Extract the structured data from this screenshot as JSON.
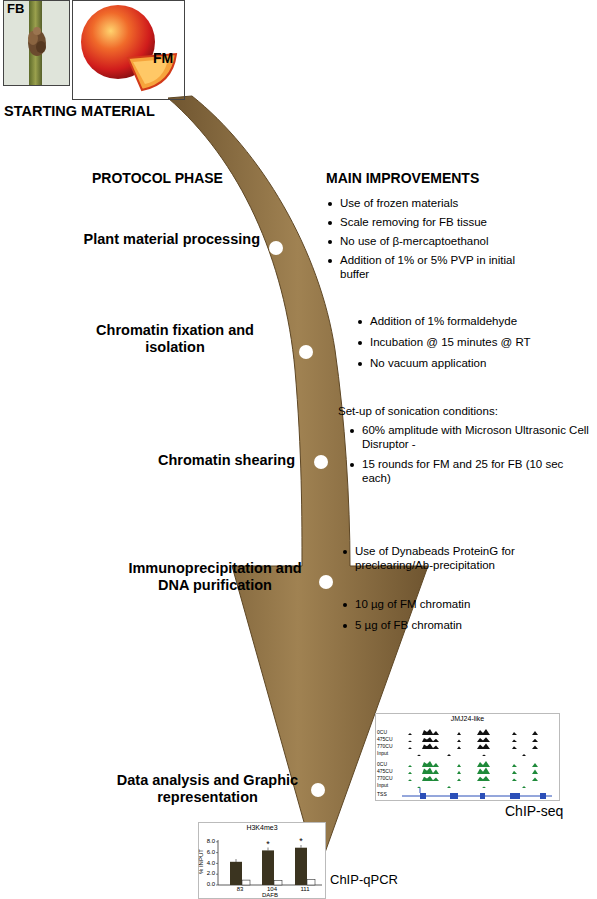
{
  "diagram": {
    "nodes": [
      {
        "text": [
          "FB"
        ]
      },
      {
        "text": [
          "FM"
        ]
      },
      {
        "text": [
          "JMJ24-like"
        ]
      },
      {
        "text": [
          "H3K4me3"
        ]
      }
    ],
    "labels": [
      "STARTING MATERIAL",
      "PROTOCOL PHASE",
      "MAIN IMPROVEMENTS",
      "Plant material processing",
      "Use of frozen materials",
      "Scale removing for FB tissue",
      "No use of β-mercaptoethanol",
      "Addition of 1% or 5% PVP in initial buffer",
      "Chromatin fixation and isolation",
      "Addition of 1% formaldehyde",
      "Incubation @ 15 minutes @ RT",
      "No vacuum application",
      "Chromatin shearing",
      "Set-up of sonication conditions:",
      "60% amplitude with Microson Ultrasonic Cell Disruptor -",
      "15 rounds for FM and 25 for FB (10 sec each)",
      "Immunoprecipitation and DNA purification",
      "Use of Dynabeads ProteinG for preclearing/Ab-precipitation",
      "10 µg of FM chromatin",
      "5 µg of FB chromatin",
      "Data analysis and Graphic representation",
      "ChIP-seq",
      "ChIP-qPCR",
      "0CU",
      "475CU",
      "770CU",
      "Input",
      "0CU",
      "475CU",
      "770CU",
      "Input",
      "TSS",
      "8.0",
      "6.0",
      "4.0",
      "2.0",
      "0.0",
      "% INPUT",
      "83",
      "104",
      "111",
      "DAFB",
      "*",
      "*"
    ]
  }
}
